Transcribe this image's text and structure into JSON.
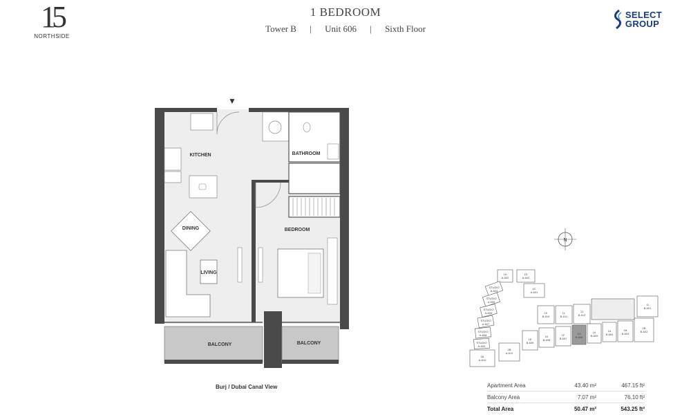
{
  "logo_left": {
    "number": "15",
    "subtitle": "NORTHSIDE"
  },
  "header": {
    "unit_type": "1 BEDROOM",
    "tower": "Tower B",
    "unit": "Unit 606",
    "floor": "Sixth Floor",
    "separator": "|"
  },
  "logo_right": {
    "line1": "SELECT",
    "line2": "GROUP",
    "color": "#1a3d7a"
  },
  "floorplan": {
    "rooms": {
      "kitchen": "KITCHEN",
      "bathroom": "BATHROOM",
      "dining": "DINING",
      "bedroom": "BEDROOM",
      "living": "LIVING",
      "balcony_left": "BALCONY",
      "balcony_right": "BALCONY"
    },
    "entry_marker": "▼",
    "wall_color": "#4a4a4a",
    "floor_color": "#eeeeee",
    "balcony_color": "#c8c8c8"
  },
  "view_caption": "Burj / Dubai Canal View",
  "compass": {
    "label": "N"
  },
  "keyplan": {
    "units": [
      {
        "code": "1A",
        "id": "A-602"
      },
      {
        "code": "1D",
        "id": "A-602"
      },
      {
        "code": "1C",
        "id": "A-601"
      },
      {
        "code": "STUDIO",
        "id": "A-604"
      },
      {
        "code": "STUDIO",
        "id": "A-605"
      },
      {
        "code": "STUDIO",
        "id": "A-606"
      },
      {
        "code": "STUDIO",
        "id": "A-607"
      },
      {
        "code": "STUDIO",
        "id": "A-608"
      },
      {
        "code": "STUDIO",
        "id": "A-609"
      },
      {
        "code": "2A",
        "id": "A-610"
      },
      {
        "code": "2B",
        "id": "A-611"
      },
      {
        "code": "1K",
        "id": "B-610"
      },
      {
        "code": "1L",
        "id": "B-611"
      },
      {
        "code": "1J",
        "id": "B-612"
      },
      {
        "code": "1E",
        "id": "B-609"
      },
      {
        "code": "1E",
        "id": "B-608"
      },
      {
        "code": "1F",
        "id": "B-607"
      },
      {
        "code": "1G",
        "id": "B-606"
      },
      {
        "code": "1A",
        "id": "B-605"
      },
      {
        "code": "1A",
        "id": "B-604"
      },
      {
        "code": "1B",
        "id": "B-603"
      },
      {
        "code": "2B",
        "id": "B-602"
      },
      {
        "code": "1I",
        "id": "B-601"
      }
    ],
    "highlight_color": "#9a9a9a"
  },
  "area_table": {
    "rows": [
      {
        "label": "Apartment Area",
        "metric": "43.40 m²",
        "imperial": "467.15 ft²"
      },
      {
        "label": "Balcony Area",
        "metric": "7.07 m²",
        "imperial": "76.10 ft²"
      },
      {
        "label": "Total Area",
        "metric": "50.47 m²",
        "imperial": "543.25 ft²"
      }
    ]
  }
}
